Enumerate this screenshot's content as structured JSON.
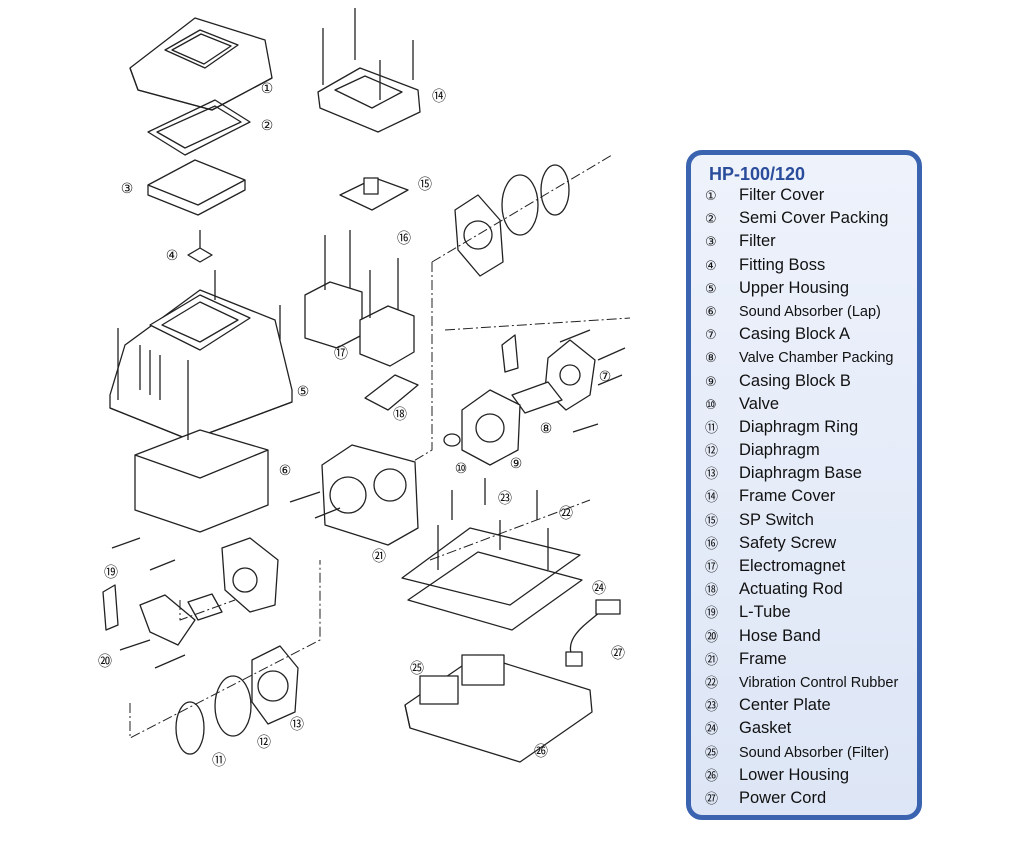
{
  "callouts": [
    "①",
    "②",
    "③",
    "④",
    "⑤",
    "⑥",
    "⑦",
    "⑧",
    "⑨",
    "⑩",
    "⑪",
    "⑫",
    "⑬",
    "⑭",
    "⑮",
    "⑯",
    "⑰",
    "⑱",
    "⑲",
    "⑳",
    "㉑",
    "㉒",
    "㉓",
    "㉔",
    "㉕",
    "㉖",
    "㉗"
  ],
  "legend": {
    "title": "HP-100/120",
    "items": [
      {
        "num": "①",
        "name": "Filter Cover"
      },
      {
        "num": "②",
        "name": "Semi Cover Packing"
      },
      {
        "num": "③",
        "name": "Filter"
      },
      {
        "num": "④",
        "name": "Fitting Boss"
      },
      {
        "num": "⑤",
        "name": "Upper Housing"
      },
      {
        "num": "⑥",
        "name": "Sound Absorber (Lap)"
      },
      {
        "num": "⑦",
        "name": "Casing Block A"
      },
      {
        "num": "⑧",
        "name": "Valve Chamber Packing"
      },
      {
        "num": "⑨",
        "name": "Casing Block B"
      },
      {
        "num": "⑩",
        "name": "Valve"
      },
      {
        "num": "⑪",
        "name": "Diaphragm Ring"
      },
      {
        "num": "⑫",
        "name": "Diaphragm"
      },
      {
        "num": "⑬",
        "name": "Diaphragm Base"
      },
      {
        "num": "⑭",
        "name": "Frame Cover"
      },
      {
        "num": "⑮",
        "name": "SP Switch"
      },
      {
        "num": "⑯",
        "name": "Safety Screw"
      },
      {
        "num": "⑰",
        "name": "Electromagnet"
      },
      {
        "num": "⑱",
        "name": "Actuating Rod"
      },
      {
        "num": "⑲",
        "name": "L-Tube"
      },
      {
        "num": "⑳",
        "name": "Hose Band"
      },
      {
        "num": "㉑",
        "name": "Frame"
      },
      {
        "num": "㉒",
        "name": "Vibration Control Rubber"
      },
      {
        "num": "㉓",
        "name": "Center Plate"
      },
      {
        "num": "㉔",
        "name": "Gasket"
      },
      {
        "num": "㉕",
        "name": "Sound Absorber (Filter)"
      },
      {
        "num": "㉖",
        "name": "Lower Housing"
      },
      {
        "num": "㉗",
        "name": "Power Cord"
      }
    ]
  },
  "colors": {
    "accent": "#3a63b0",
    "panel": "#e6ecf8",
    "ink": "#111111"
  }
}
